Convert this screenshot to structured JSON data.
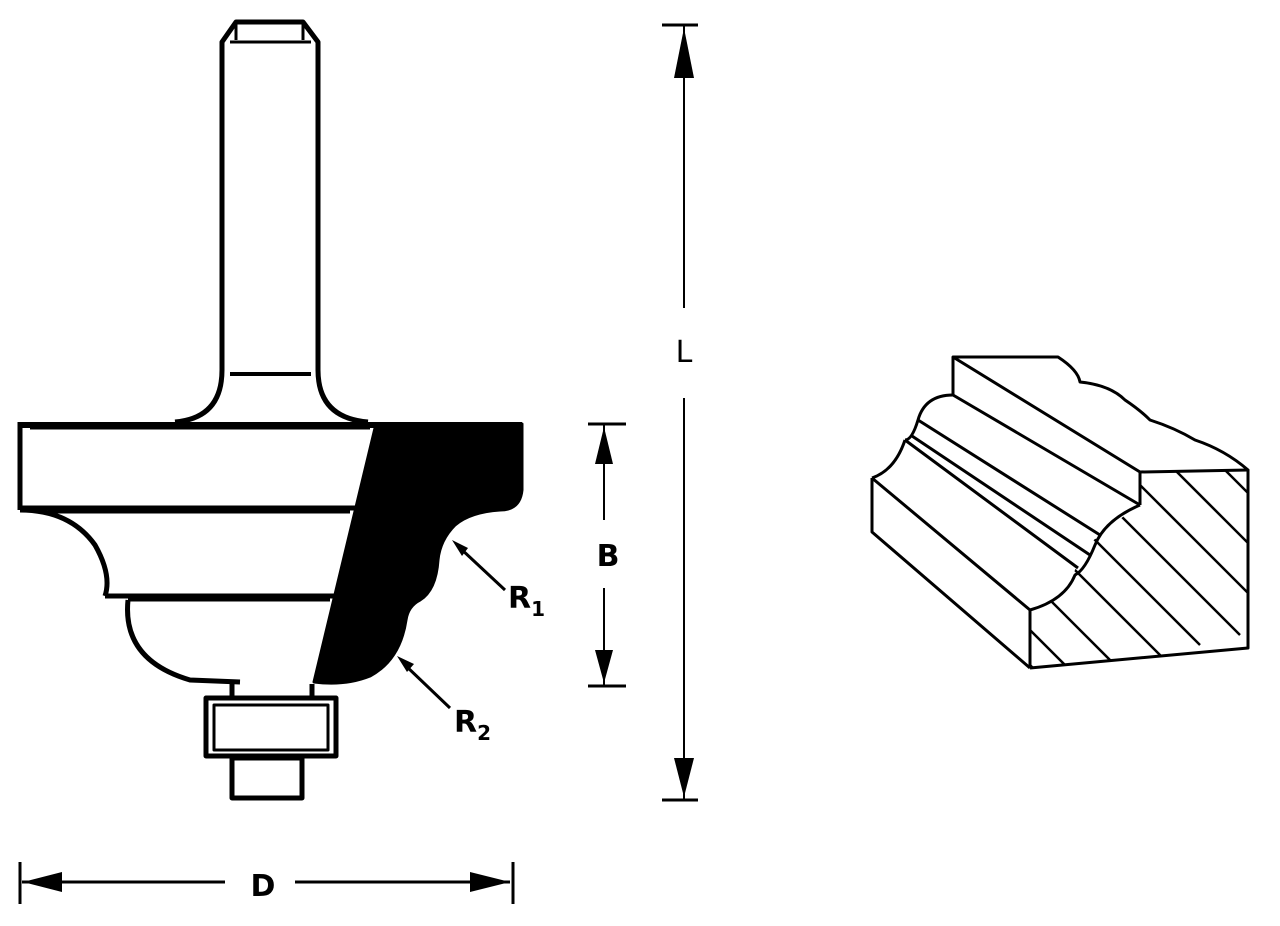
{
  "labels": {
    "L": "L",
    "B": "B",
    "D": "D",
    "R1": {
      "main": "R",
      "sub": "1"
    },
    "R2": {
      "main": "R",
      "sub": "2"
    }
  },
  "colors": {
    "ink": "#000000",
    "paper": "#ffffff"
  }
}
